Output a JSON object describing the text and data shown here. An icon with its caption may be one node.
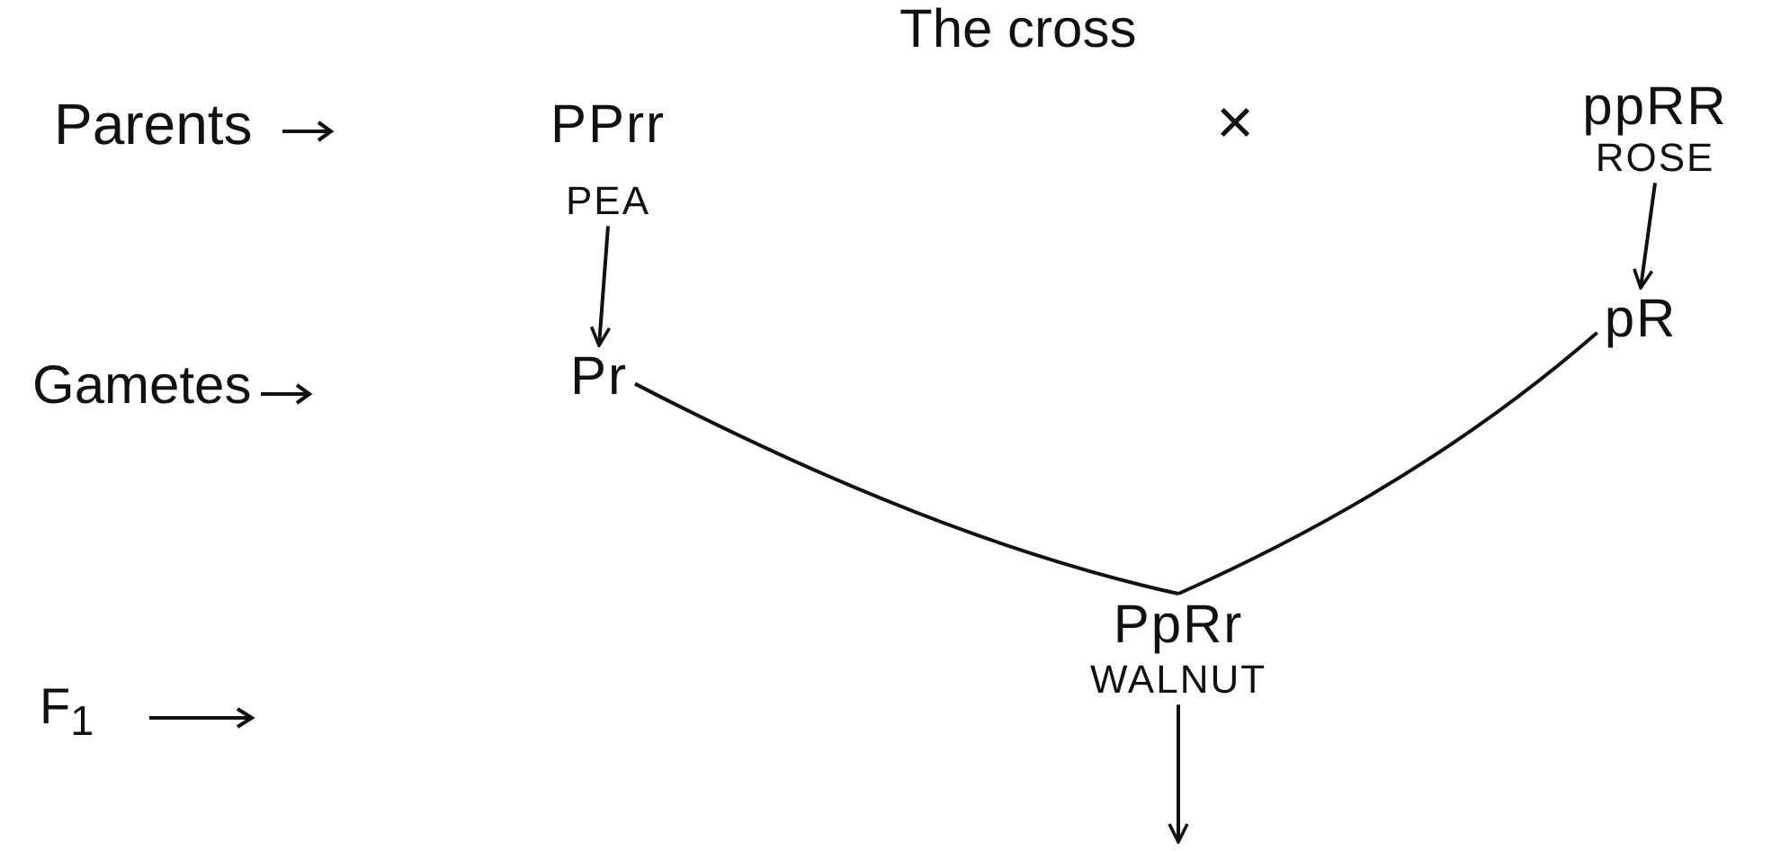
{
  "diagram": {
    "nodes": [
      {
        "text": [
          "PPrr",
          "PEA"
        ]
      },
      {
        "text": [
          "ppRR",
          "ROSE"
        ]
      },
      {
        "text": [
          "Pr"
        ]
      },
      {
        "text": [
          "pR"
        ]
      },
      {
        "text": [
          "PpRr",
          "WALNUT"
        ]
      }
    ],
    "edges": [
      {
        "from": 0,
        "to": 2,
        "arrow": "to"
      },
      {
        "from": 1,
        "to": 3,
        "arrow": "to"
      },
      {
        "from": 2,
        "to": 4,
        "arrow": "none"
      },
      {
        "from": 3,
        "to": 4,
        "arrow": "none"
      },
      {
        "from": 4,
        "to": null,
        "arrow": "to"
      }
    ],
    "labels": [
      "The cross",
      "Parents",
      "×",
      "Gametes",
      "F$_{1}$"
    ]
  }
}
